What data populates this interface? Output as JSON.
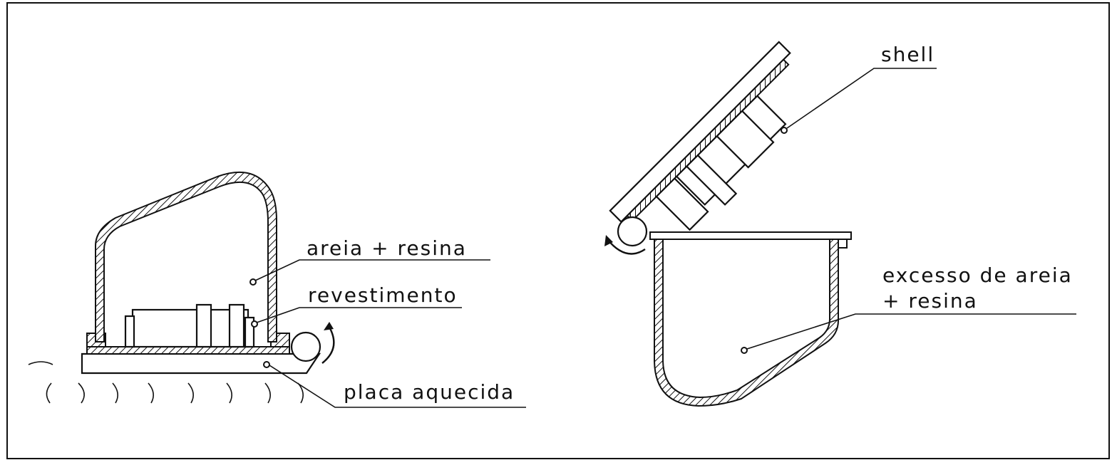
{
  "diagram": {
    "labels": {
      "sand_resin": "areia + resina",
      "coating": "revestimento",
      "heated_plate": "placa aquecida",
      "shell": "shell",
      "excess_line1": "excesso de areia",
      "excess_line2": "+ resina"
    }
  }
}
